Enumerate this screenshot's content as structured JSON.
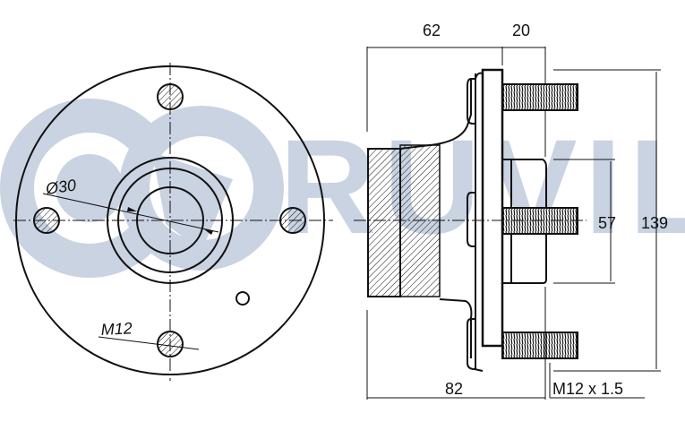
{
  "watermark": {
    "brand": "RUVILLE",
    "color": "#c9d3e2"
  },
  "front_view": {
    "bore_diameter_label": "Ø30",
    "stud_thread_label": "M12",
    "stud_count": 4
  },
  "side_view": {
    "flange_offset_label": "62",
    "stud_protrusion_label": "20",
    "overall_width_label": "82",
    "pilot_diameter_label": "57",
    "flange_diameter_label": "139",
    "stud_thread_spec_label": "M12 x 1.5"
  },
  "colors": {
    "line": "#111111",
    "background": "#ffffff",
    "watermark": "#c9d3e2"
  }
}
